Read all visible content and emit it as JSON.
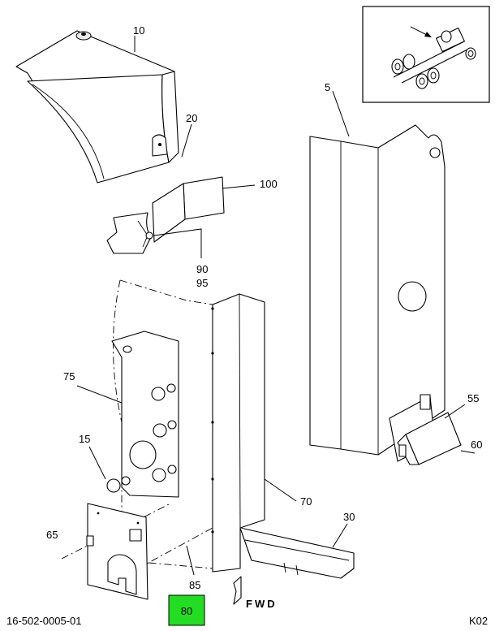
{
  "callouts": {
    "c10": "10",
    "c20": "20",
    "c100": "100",
    "c90": "90",
    "c95": "95",
    "c5": "5",
    "c75": "75",
    "c15": "15",
    "c55": "55",
    "c60": "60",
    "c70": "70",
    "c65": "65",
    "c30": "30",
    "c85": "85",
    "c80": "80"
  },
  "fwd_label": "FWD",
  "drawing_number": "16-502-0005-01",
  "sheet_code": "K02",
  "highlight_color": "#22dd22"
}
